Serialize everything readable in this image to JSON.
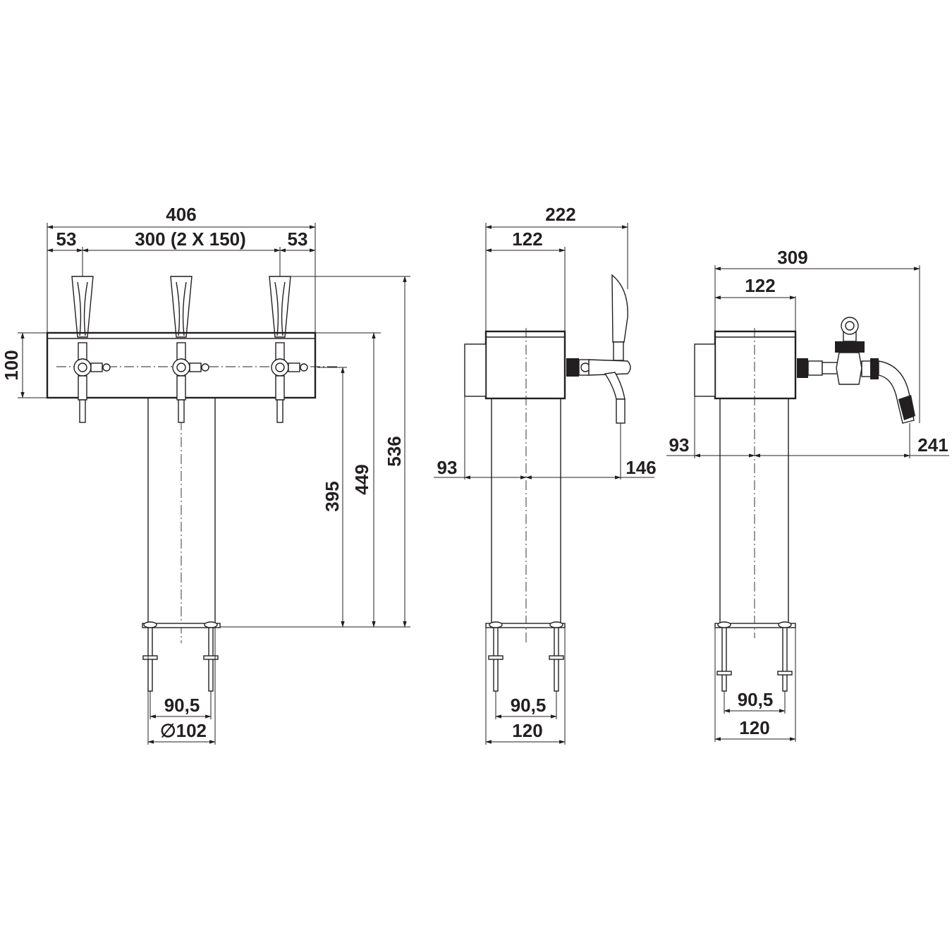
{
  "front_view": {
    "overall_width": "406",
    "side_offset_left": "53",
    "tap_spacing": "300 (2 X 150)",
    "side_offset_right": "53",
    "head_height": "100",
    "tap_axis_height": "395",
    "head_base_height": "449",
    "total_height": "536",
    "bolt_spacing": "90,5",
    "column_diameter": "∅102"
  },
  "side_view_standard_tap": {
    "overall_depth": "222",
    "head_depth": "122",
    "rear_clearance": "93",
    "tap_outlet_height": "146",
    "bolt_spacing": "90,5",
    "base_width": "120"
  },
  "side_view_compensator_tap": {
    "overall_depth": "309",
    "head_depth": "122",
    "rear_clearance": "93",
    "tap_outlet_height": "241",
    "bolt_spacing": "90,5",
    "base_width": "120"
  }
}
